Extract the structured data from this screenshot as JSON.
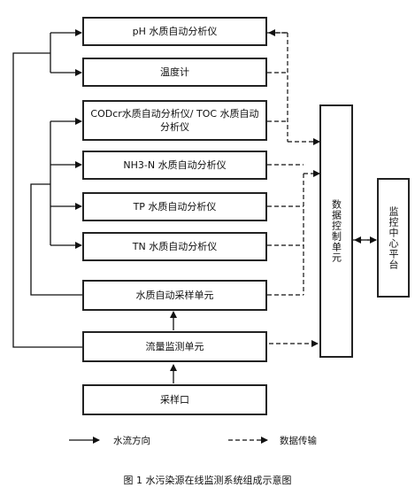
{
  "boxes": {
    "ph": "pH 水质自动分析仪",
    "temp": "温度计",
    "cod_line1": "CODcr水质自动分析仪/ TOC 水质自动",
    "cod_line2": "分析仪",
    "nh3": "NH3-N 水质自动分析仪",
    "tp": "TP 水质自动分析仪",
    "tn": "TN 水质自动分析仪",
    "sampling_unit": "水质自动采样单元",
    "flow_unit": "流量监测单元",
    "inlet": "采样口",
    "data_unit": "数据控制单元",
    "platform": "监控中心平台"
  },
  "legend": {
    "water_flow": "水流方向",
    "data_transfer": "数据传输"
  },
  "caption": "图 1    水污染源在线监测系统组成示意图"
}
